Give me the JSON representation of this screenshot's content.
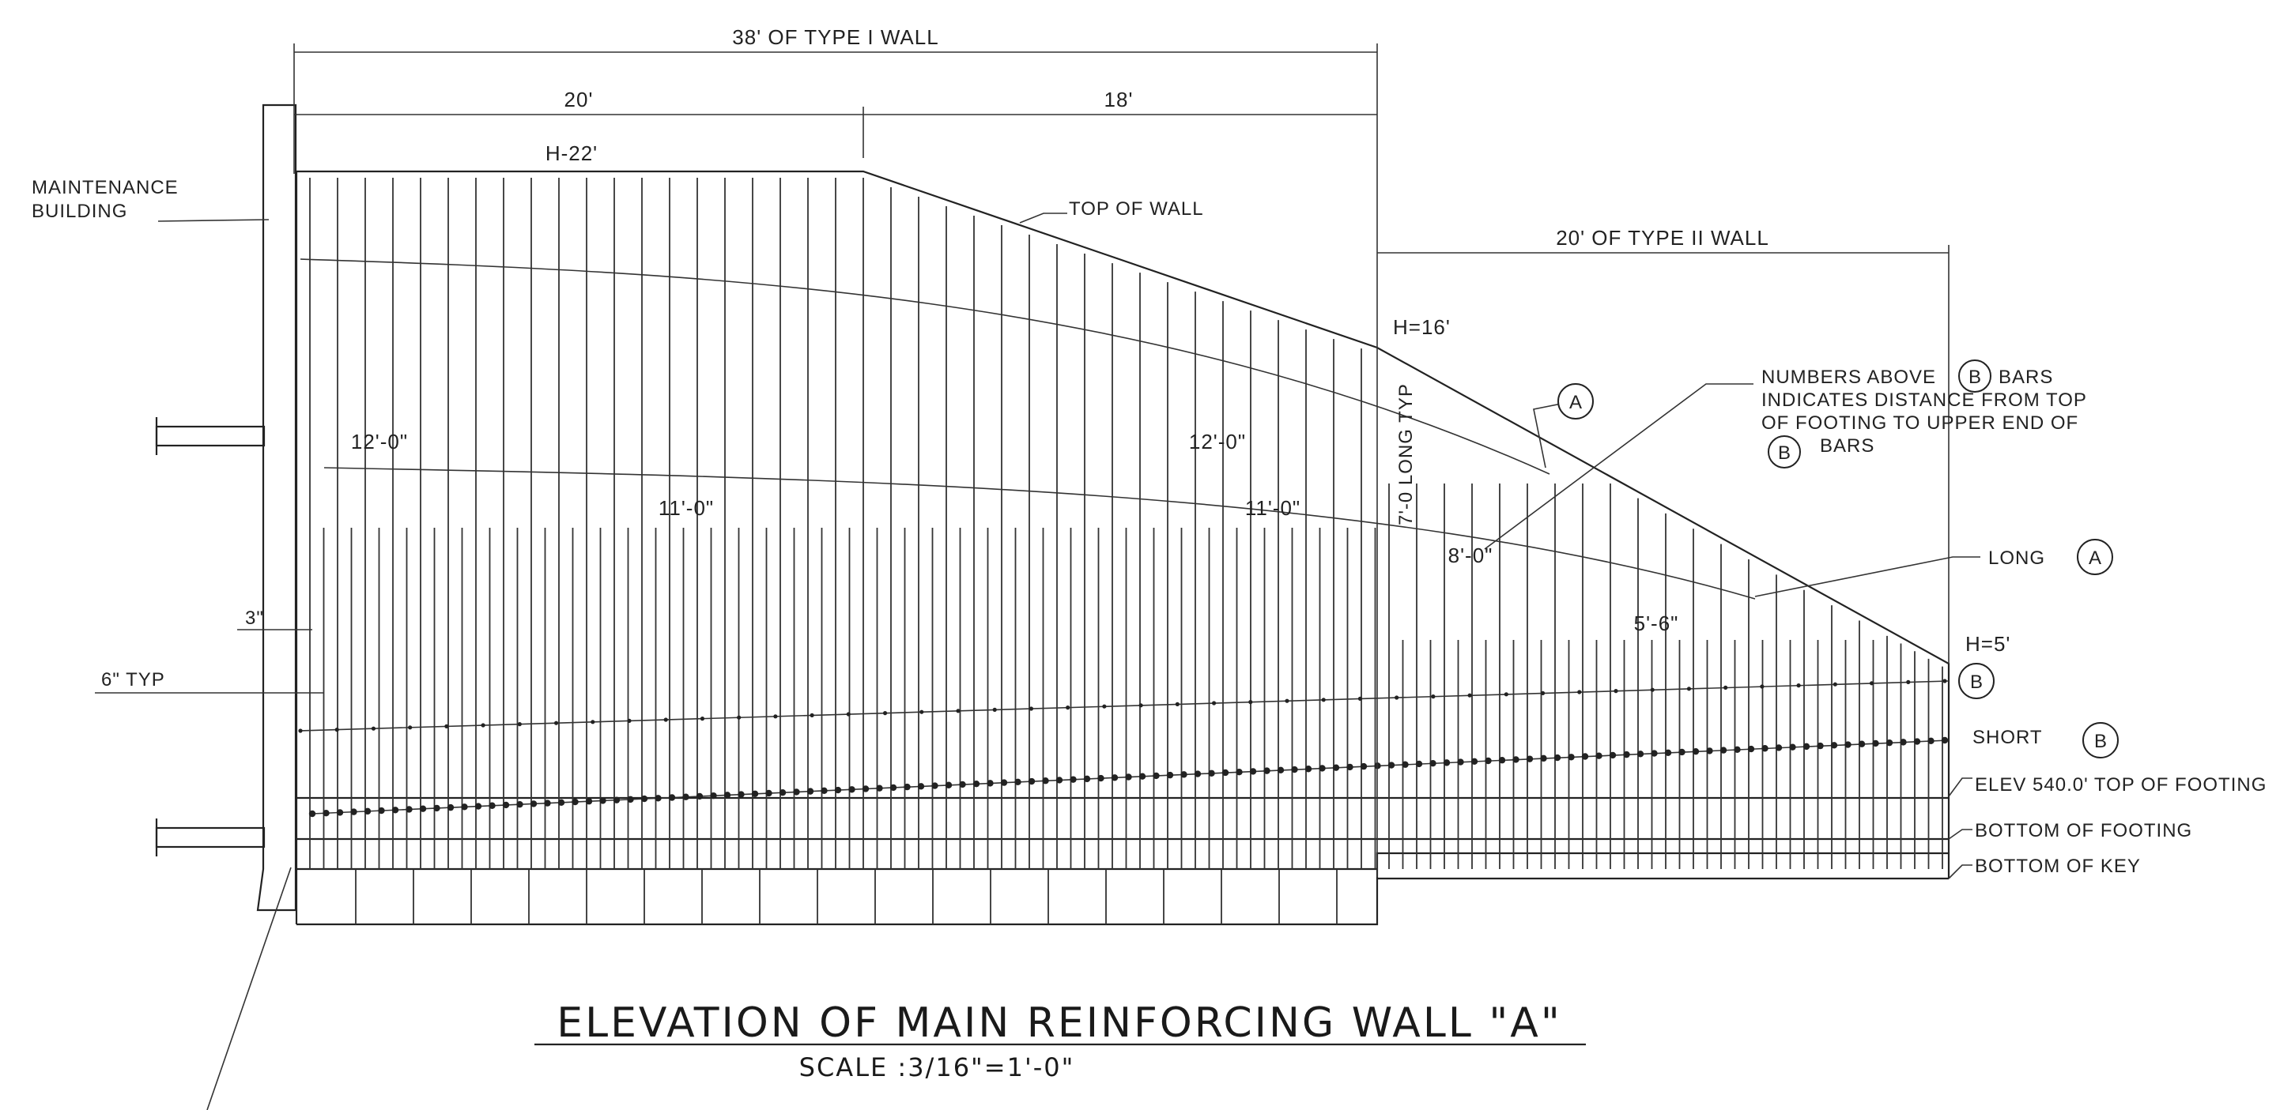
{
  "colors": {
    "ink": "#222222",
    "concrete_fill": "#e9e9e9",
    "background": "#ffffff"
  },
  "dimensions": {
    "overall_type1": "38' OF TYPE I WALL",
    "seg_left": "20'",
    "seg_right": "18'",
    "type2": "20' OF TYPE II WALL"
  },
  "heights": {
    "h22": "H-22'",
    "h16": "H=16'",
    "h5": "H=5'"
  },
  "labels": {
    "maintenance_1": "MAINTENANCE",
    "maintenance_2": "BUILDING",
    "top_of_wall": "TOP OF WALL",
    "long_typ": "7'-0 LONG TYP",
    "three_in": "3\"",
    "six_typ": "6\" TYP"
  },
  "note": {
    "line1_a": "NUMBERS ABOVE",
    "line1_b": "BARS",
    "line2": "INDICATES DISTANCE FROM TOP",
    "line3": "OF FOOTING TO UPPER END OF",
    "line4": "BARS"
  },
  "bar_lengths": {
    "l12_left": "12'-0\"",
    "l12_right": "12'-0\"",
    "l11_left": "11'-0\"",
    "l11_right": "11'-0\"",
    "l8": "8'-0\"",
    "l5_6": "5'-6\""
  },
  "callouts": {
    "a": "A",
    "b": "B",
    "long": "LONG",
    "short": "SHORT"
  },
  "elevations": {
    "top_footing": "ELEV 540.0' TOP OF FOOTING",
    "bottom_footing": "BOTTOM OF FOOTING",
    "bottom_key": "BOTTOM OF KEY"
  },
  "title": "ELEVATION OF MAIN REINFORCING WALL \"A\"",
  "scale": "SCALE :3/16\"=1'-0\""
}
